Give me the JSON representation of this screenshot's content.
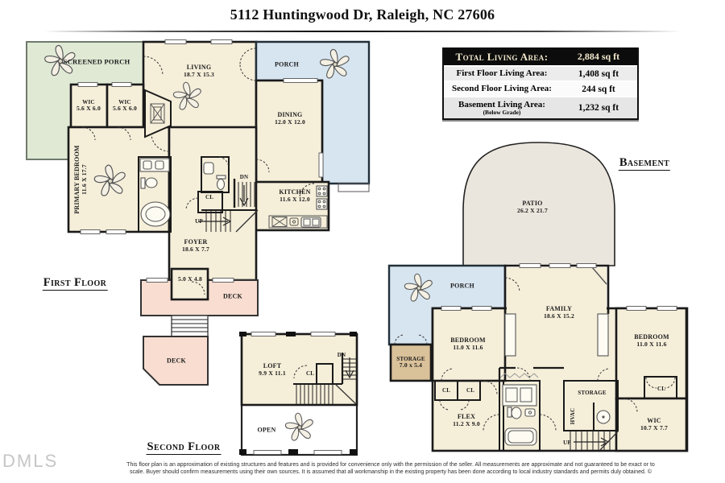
{
  "title": "5112 Huntingwood Dr, Raleigh, NC 27606",
  "area_table": {
    "header": {
      "label": "Total Living Area:",
      "value": "2,884 sq ft"
    },
    "rows": [
      {
        "label": "First Floor Living Area:",
        "value": "1,408 sq ft"
      },
      {
        "label": "Second Floor Living Area:",
        "value": "244 sq ft"
      },
      {
        "label": "Basement Living Area:",
        "sublabel": "(Below Grade)",
        "value": "1,232 sq ft"
      }
    ]
  },
  "floors": {
    "first": {
      "heading": "First Floor",
      "rooms": {
        "screened_porch": {
          "name": "SCREENED PORCH"
        },
        "wic1": {
          "name": "WIC",
          "dims": "5.6 X 6.0"
        },
        "wic2": {
          "name": "WIC",
          "dims": "5.6 X 6.0"
        },
        "living": {
          "name": "LIVING",
          "dims": "18.7 X 15.3"
        },
        "porch": {
          "name": "PORCH"
        },
        "dining": {
          "name": "DINING",
          "dims": "12.0 X 12.0"
        },
        "kitchen": {
          "name": "KITCHEN",
          "dims": "11.6 X 12.0"
        },
        "primary_bedroom": {
          "name": "PRIMARY BEDROOM",
          "dims": "11.6 X 17.7"
        },
        "closet": {
          "name": "CL"
        },
        "stairs_dn": {
          "name": "DN"
        },
        "stairs_up": {
          "name": "UP"
        },
        "foyer": {
          "name": "FOYER",
          "dims": "18.6 X 7.7"
        },
        "entry": {
          "dims": "5.0 X 4.8"
        },
        "deck_upper": {
          "name": "DECK"
        },
        "deck_lower": {
          "name": "DECK"
        }
      }
    },
    "second": {
      "heading": "Second Floor",
      "rooms": {
        "loft": {
          "name": "LOFT",
          "dims": "9.9 X 11.1"
        },
        "closet": {
          "name": "CL"
        },
        "stairs_dn": {
          "name": "DN"
        },
        "open": {
          "name": "OPEN"
        }
      }
    },
    "basement": {
      "heading": "Basement",
      "rooms": {
        "patio": {
          "name": "PATIO",
          "dims": "26.2 X 21.7"
        },
        "porch": {
          "name": "PORCH"
        },
        "storage_left": {
          "name": "STORAGE",
          "dims": "7.0 x 5.4"
        },
        "bedroom_left": {
          "name": "BEDROOM",
          "dims": "11.0 X 11.6"
        },
        "family": {
          "name": "FAMILY",
          "dims": "18.6 X 15.2"
        },
        "bedroom_right": {
          "name": "BEDROOM",
          "dims": "11.0 X 11.6"
        },
        "closet1": {
          "name": "CL"
        },
        "closet2": {
          "name": "CL"
        },
        "flex": {
          "name": "FLEX",
          "dims": "11.2 X 9.0"
        },
        "hvac": {
          "name": "HVAC"
        },
        "storage_mid": {
          "name": "STORAGE"
        },
        "stairs_up": {
          "name": "UP"
        },
        "closet_right": {
          "name": "CL"
        },
        "wic": {
          "name": "WIC",
          "dims": "10.7 X 7.7"
        }
      }
    }
  },
  "icons": {
    "ceiling_fan": "ceiling-fan"
  },
  "footer": {
    "logo": "DMLS",
    "line1": "This floor plan is an approximation of existing structures and features  and is provided for convenience only with the permission of the seller.  All measurements  are approximate and not guaranteed to be exact or to",
    "line2": "scale.  Buyer should confirm measurements using their own sources.  It is assumed that all workmanship in the existing property has been done according to local industry standards and permits duly obtained.  ©"
  },
  "colors": {
    "room_fill": "#f5eed9",
    "screened_porch_fill": "#dfe9d4",
    "porch_fill": "#d7e5f0",
    "deck_fill": "#f8ddd0",
    "patio_fill": "#ebe6dd",
    "storage_fill": "#d9c19a",
    "wall": "#1a1a1a",
    "table_header_bg": "#0c0c0c",
    "table_header_text": "#f1e8cc"
  }
}
